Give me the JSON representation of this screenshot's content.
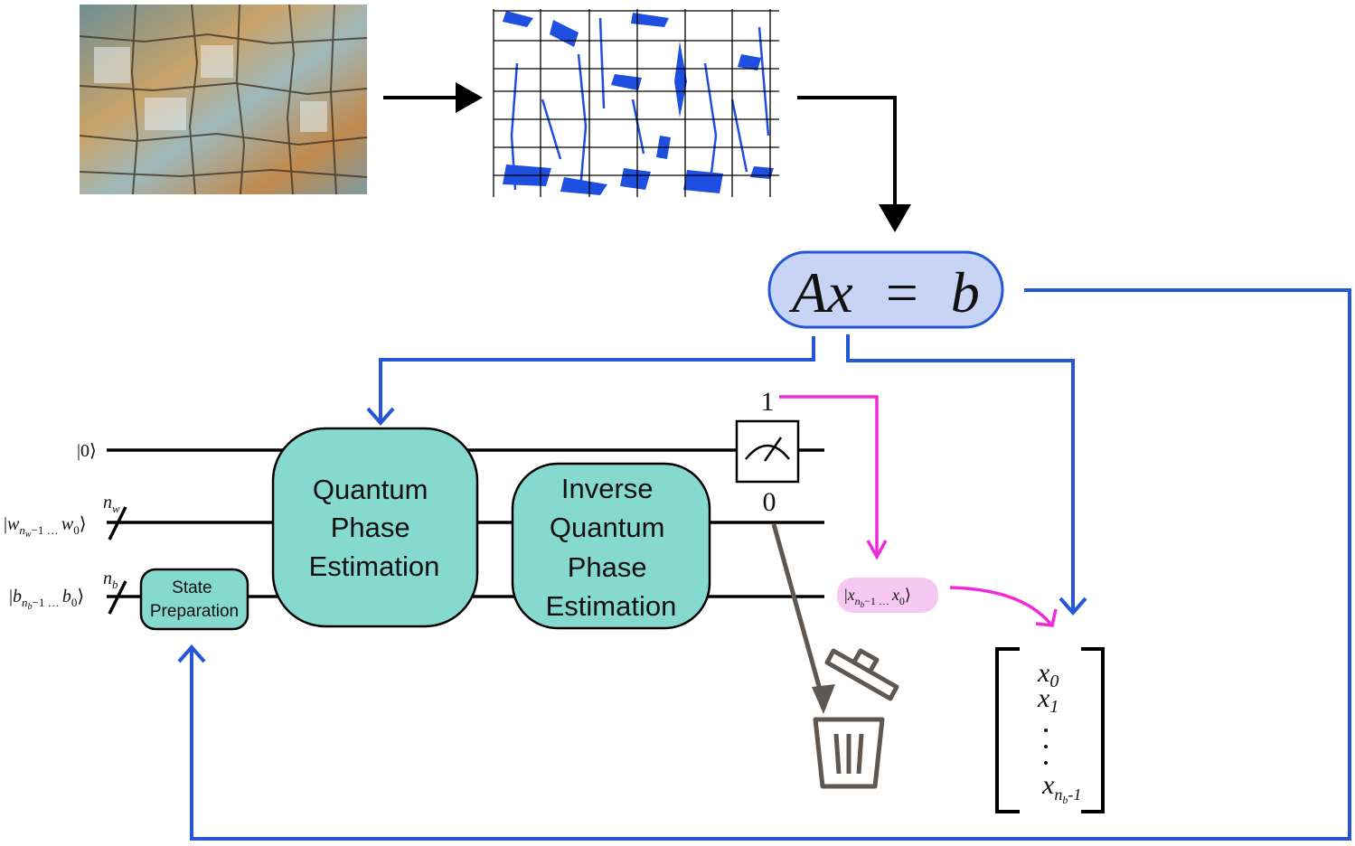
{
  "equation": {
    "lhs": "Ax",
    "eq": "=",
    "rhs": "b"
  },
  "circuit": {
    "qubits": [
      {
        "ket": "0"
      },
      {
        "base": "w",
        "sub_a": "n",
        "sub_b": "w",
        "mid": "−1 … ",
        "last": "w",
        "last_sub": "0",
        "bundle": "n",
        "bundle_sub": "w"
      },
      {
        "base": "b",
        "sub_a": "n",
        "sub_b": "b",
        "mid": "−1 … ",
        "last": "b",
        "last_sub": "0",
        "bundle": "n",
        "bundle_sub": "b"
      }
    ],
    "blocks": {
      "state_prep": [
        "State",
        "Preparation"
      ],
      "qpe": [
        "Quantum",
        "Phase",
        "Estimation"
      ],
      "iqpe": [
        "Inverse",
        "Quantum",
        "Phase",
        "Estimation"
      ]
    },
    "measurement": {
      "outcome_one": "1",
      "outcome_zero": "0"
    },
    "output_state": {
      "base": "x",
      "sub_a": "n",
      "sub_b": "b",
      "mid": "−1 … ",
      "last": "x",
      "last_sub": "0"
    }
  },
  "solution_vector": {
    "entries": [
      {
        "base": "x",
        "sub": "0"
      },
      {
        "base": "x",
        "sub": "1"
      }
    ],
    "last": {
      "base": "x",
      "sub": "n",
      "subsub": "b",
      "tail": "-1"
    }
  },
  "icons": [
    "rock-photo",
    "fracture-grid-image",
    "meter-icon",
    "trash-icon"
  ],
  "colors": {
    "block_fill": "#86d9cf",
    "equation_fill": "#c8d4f5",
    "equation_stroke": "#2456d6",
    "blue_arrow": "#2456d6",
    "magenta_arrow": "#ee2ad9",
    "output_pill": "#f6c8f2",
    "discard_arrow": "#5e5752",
    "fracture_blue": "#1e4fe0"
  }
}
